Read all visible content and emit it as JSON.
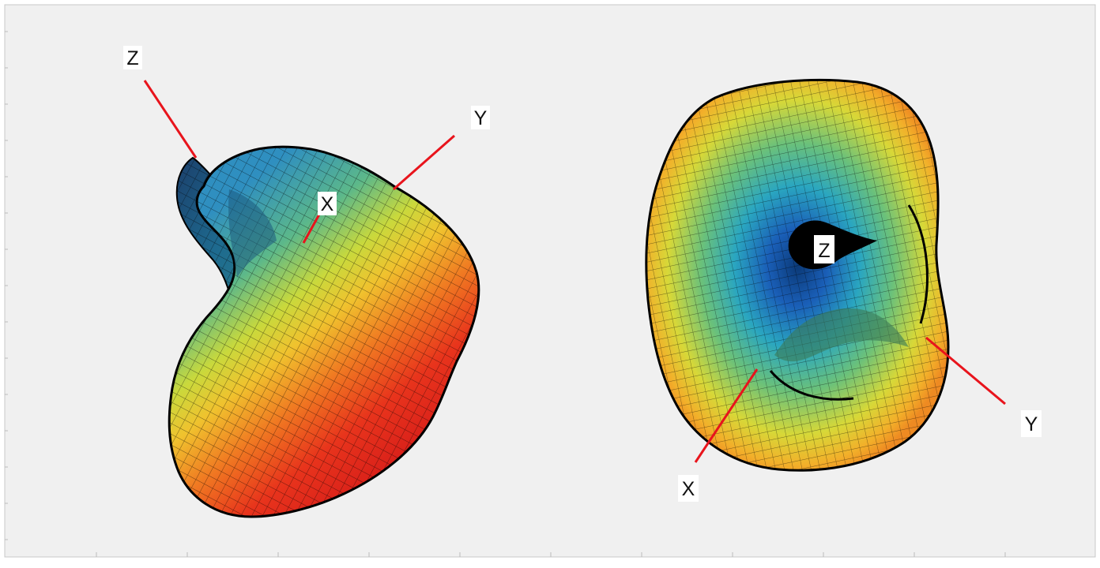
{
  "figure": {
    "background_color": "#f0f0f0",
    "frame_color": "#c8c8c8",
    "axis_line_color": "#e8141c",
    "mesh_line_color": "#000000",
    "colormap": [
      "#1c2bd0",
      "#1a8fd6",
      "#2fb8b0",
      "#7bc96a",
      "#e8e23a",
      "#f2a126",
      "#ee5a1e",
      "#e3201d"
    ]
  },
  "left_view": {
    "name": "side-view-surface",
    "labels": {
      "z": "Z",
      "x": "X",
      "y": "Y"
    }
  },
  "right_view": {
    "name": "top-view-surface",
    "labels": {
      "z": "Z",
      "x": "X",
      "y": "Y"
    }
  }
}
